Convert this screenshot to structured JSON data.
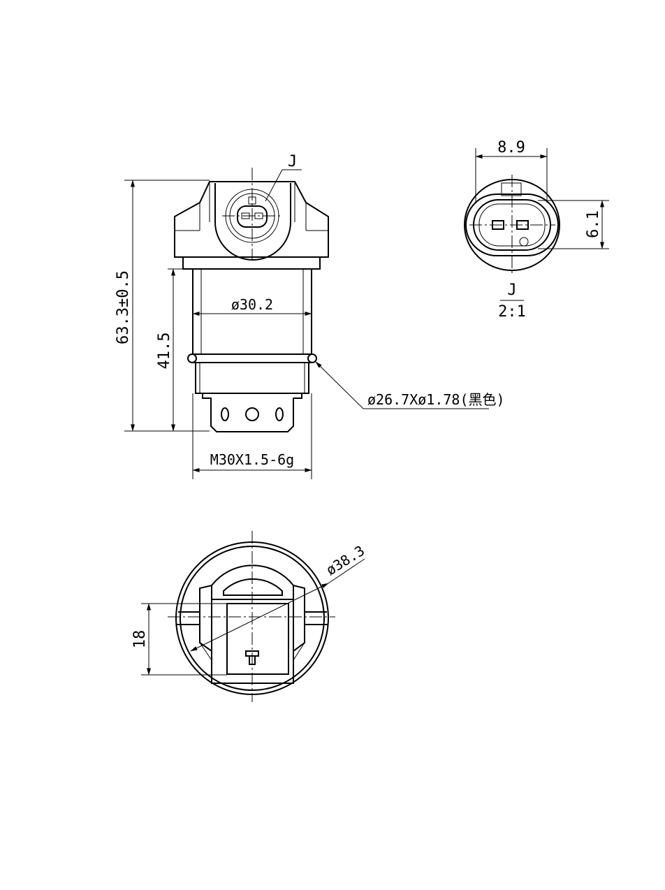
{
  "drawing": {
    "front_view": {
      "overall_height": "63.3±0.5",
      "body_height": "41.5",
      "body_diameter": "ø30.2",
      "thread": "M30X1.5-6g",
      "oring_callout": "ø26.7Xø1.78(黑色)",
      "detail_marker": "J"
    },
    "detail_view": {
      "width": "8.9",
      "height": "6.1",
      "label": "J",
      "scale": "2:1"
    },
    "bottom_view": {
      "diameter": "ø38.3",
      "width": "18"
    }
  }
}
